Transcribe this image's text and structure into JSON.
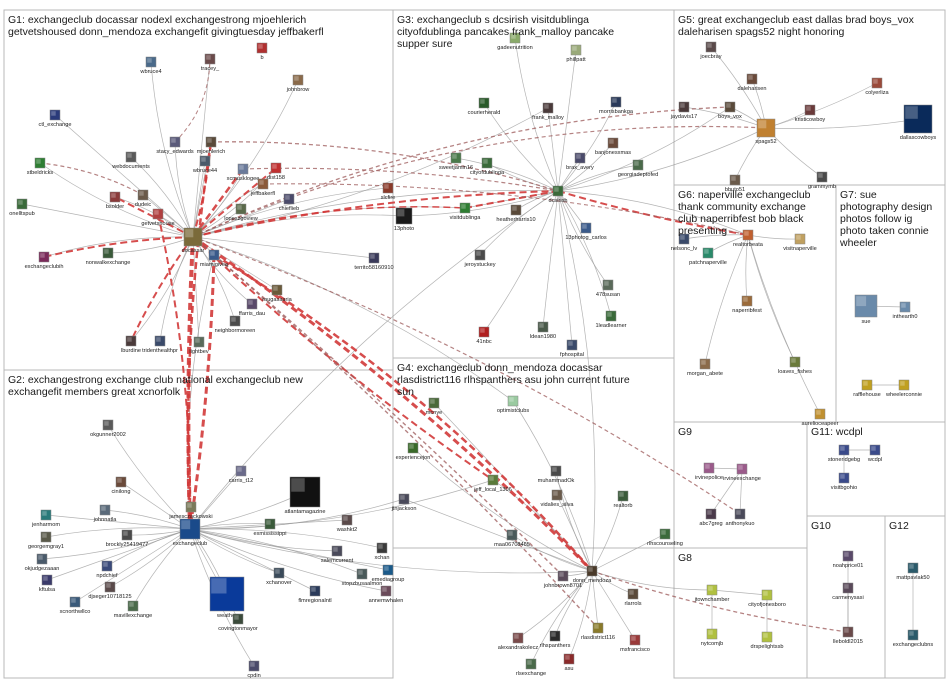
{
  "groups": [
    {
      "id": "G1",
      "label_lines": [
        "G1: exchangeclub docassar nodexl exchangestrong mjoehlerich",
        "getvetshoused donn_mendoza exchangefit givingtuesday jeffbakerfl"
      ]
    },
    {
      "id": "G2",
      "label_lines": [
        "G2: exchangestrong exchange club national exchangeclub new",
        "exchangefit members great xcnorfolk"
      ]
    },
    {
      "id": "G3",
      "label_lines": [
        "G3: exchangeclub s dcsirish visitdublinga",
        "cityofdublinga pancakes frank_malloy pancake",
        "supper sure"
      ]
    },
    {
      "id": "G4",
      "label_lines": [
        "G4: exchangeclub donn_mendoza docassar",
        "rlasdistrict116 rlhspanthers asu john current future",
        "sun"
      ]
    },
    {
      "id": "G5",
      "label_lines": [
        "G5: great exchangeclub east dallas brad boys_vox",
        "daleharisen spags52 night honoring"
      ]
    },
    {
      "id": "G6",
      "label_lines": [
        "G6: naperville exchangeclub",
        "thank community exchange",
        "club naperribfest bob black",
        "presenting"
      ]
    },
    {
      "id": "G7",
      "label_lines": [
        "G7: sue",
        "photography design",
        "photos follow ig",
        "photo taken connie",
        "wheeler"
      ]
    },
    {
      "id": "G8",
      "label_lines": [
        "G8"
      ]
    },
    {
      "id": "G9",
      "label_lines": [
        "G9"
      ]
    },
    {
      "id": "G10",
      "label_lines": [
        "G10"
      ]
    },
    {
      "id": "G11",
      "label_lines": [
        "G11: wcdpl"
      ]
    },
    {
      "id": "G12",
      "label_lines": [
        "G12"
      ]
    }
  ],
  "nodes": [
    {
      "id": "docassar",
      "label": "docassar",
      "color": "#7a6a3a"
    },
    {
      "id": "miamigivea",
      "label": "miamigivea",
      "color": "#3a5a8a"
    },
    {
      "id": "mjoehlerich",
      "label": "mjoehlerich",
      "color": "#5a4a3a"
    },
    {
      "id": "xcmusklogee",
      "label": "xcmusklogee",
      "color": "#6a7a9a"
    },
    {
      "id": "jeffbakerfl",
      "label": "jeffbakerfl",
      "color": "#8a5a3a"
    },
    {
      "id": "chieflieb",
      "label": "chieflieb",
      "color": "#4a4a6a"
    },
    {
      "id": "lopeszgoview",
      "label": "lopeszgoview",
      "color": "#5a6a4a"
    },
    {
      "id": "getvetshoused",
      "label": "getvetshouse",
      "color": "#b04040"
    },
    {
      "id": "dudeic",
      "label": "dudeic",
      "color": "#6a5a4a"
    },
    {
      "id": "bsolder",
      "label": "bsolder",
      "color": "#8a3a3a"
    },
    {
      "id": "stbeldricks",
      "label": "stbeldricks",
      "color": "#2e7d32"
    },
    {
      "id": "onelltspub",
      "label": "onelltspub",
      "color": "#3a6a3a"
    },
    {
      "id": "exchangeclubih",
      "label": "exchangeclubih",
      "color": "#7a2a5a"
    },
    {
      "id": "nonwalkexchange",
      "label": "nonwalkexchange",
      "color": "#3a5a3a"
    },
    {
      "id": "ctl_exchange",
      "label": "ctl_exchange",
      "color": "#2a3a7a"
    },
    {
      "id": "webdocuments",
      "label": "webdocuments",
      "color": "#5a5a5a"
    },
    {
      "id": "wbruce4",
      "label": "wbruce4",
      "color": "#4a6a8a"
    },
    {
      "id": "tracey",
      "label": "tracey_",
      "color": "#6a4a4a"
    },
    {
      "id": "b",
      "label": "b",
      "color": "#b03030"
    },
    {
      "id": "johnbrow",
      "label": "johnbrow",
      "color": "#8a6a4a"
    },
    {
      "id": "stacy_edwards",
      "label": "stacy_edwards",
      "color": "#5a5a7a"
    },
    {
      "id": "wbruce44",
      "label": "wbruce44",
      "color": "#4a5a6a"
    },
    {
      "id": "dist158",
      "label": "dist158",
      "color": "#c03030"
    },
    {
      "id": "slcfire",
      "label": "slcfire",
      "color": "#8a3a2a"
    },
    {
      "id": "rauganesaria",
      "label": "raugasaaria",
      "color": "#6a5a3a"
    },
    {
      "id": "ffarris_dau",
      "label": "ffarris_dau",
      "color": "#5a4a6a"
    },
    {
      "id": "neighborrmoreen",
      "label": "neighbormoreen",
      "color": "#4a4a4a"
    },
    {
      "id": "lightbev",
      "label": "lightbev",
      "color": "#5a6a5a"
    },
    {
      "id": "tridentheathpr",
      "label": "tridenthealthpr",
      "color": "#3a4a6a"
    },
    {
      "id": "lburdine",
      "label": "lburdine",
      "color": "#4a3a3a"
    },
    {
      "id": "territo58160910",
      "label": "territo58160910",
      "color": "#3a3a5a"
    },
    {
      "id": "exchangeclub",
      "label": "exchangeclub",
      "color": "#1a4a8a"
    },
    {
      "id": "jamesczackowski",
      "label": "jamesczackowski",
      "color": "#7a7a5a"
    },
    {
      "id": "carris_t12",
      "label": "carris_t12",
      "color": "#6a6a8a"
    },
    {
      "id": "atlantamagazine",
      "label": "atlantamagazine",
      "color": "#111111"
    },
    {
      "id": "exmissisippi",
      "label": "exmississippi",
      "color": "#3a5a3a"
    },
    {
      "id": "washkt2",
      "label": "washkt2",
      "color": "#5a4a4a"
    },
    {
      "id": "salemcurrent",
      "label": "salemcurrent",
      "color": "#4a4a5a"
    },
    {
      "id": "xchan",
      "label": "xchan",
      "color": "#3a3a3a"
    },
    {
      "id": "emediagroup",
      "label": "emediagroup",
      "color": "#1a5a8a"
    },
    {
      "id": "annemwhalen",
      "label": "annemwhalen",
      "color": "#6a4a5a"
    },
    {
      "id": "xtopzbusaalmon",
      "label": "xtopzbusaalmon",
      "color": "#4a5a5a"
    },
    {
      "id": "flmregionalntl",
      "label": "flmregionalntl",
      "color": "#2a3a5a"
    },
    {
      "id": "xchanover",
      "label": "xchanover",
      "color": "#3a4a5a"
    },
    {
      "id": "weather",
      "label": "weather",
      "color": "#0a3a9a"
    },
    {
      "id": "covingtonmayor",
      "label": "covingtonmayor",
      "color": "#3a4a3a"
    },
    {
      "id": "cpdin",
      "label": "cpdin",
      "color": "#4a4a6a"
    },
    {
      "id": "okgunner2002",
      "label": "okgunner2002",
      "color": "#5a5a5a"
    },
    {
      "id": "cinilong",
      "label": "cinilong",
      "color": "#6a4a3a"
    },
    {
      "id": "johnnatla",
      "label": "johnnatla",
      "color": "#5a6a7a"
    },
    {
      "id": "brockly",
      "label": "brockly25419477",
      "color": "#4a4a4a"
    },
    {
      "id": "jenharmom",
      "label": "jenharmom",
      "color": "#2a7a7a"
    },
    {
      "id": "georgemgray1",
      "label": "georgemgray1",
      "color": "#5a5a4a"
    },
    {
      "id": "okjudgezaaan",
      "label": "okjudgezaaan",
      "color": "#4a5a6a"
    },
    {
      "id": "kftulsa",
      "label": "kftulsa",
      "color": "#3a3a6a"
    },
    {
      "id": "npdchief",
      "label": "npdchief",
      "color": "#3a4a7a"
    },
    {
      "id": "djseger",
      "label": "djseger10718125",
      "color": "#5a4a4a"
    },
    {
      "id": "xcnorthwllco",
      "label": "xcnorthwllco",
      "color": "#3a5a7a"
    },
    {
      "id": "mavillexchange",
      "label": "mavillexchange",
      "color": "#4a6a4a"
    },
    {
      "id": "dcsirish",
      "label": "dcsirish",
      "color": "#3a6a3a"
    },
    {
      "id": "courierherald",
      "label": "courierherald",
      "color": "#2a5a2a"
    },
    {
      "id": "frank_malloy",
      "label": "frank_malloy",
      "color": "#4a3a3a"
    },
    {
      "id": "morrisbankga",
      "label": "morrisbankga",
      "color": "#2a3a5a"
    },
    {
      "id": "gadeenutrition",
      "label": "gadeenutrition",
      "color": "#8aaa6a"
    },
    {
      "id": "phillpatt",
      "label": "phillpatt",
      "color": "#9aaa7a"
    },
    {
      "id": "sweetjamin",
      "label": "sweetjamin16",
      "color": "#4a7a4a"
    },
    {
      "id": "cityofdublinga",
      "label": "cityofdublinga",
      "color": "#3a6a3a"
    },
    {
      "id": "brax_avery",
      "label": "brax_avery",
      "color": "#4a4a6a"
    },
    {
      "id": "banjonesxmas",
      "label": "banjonesxmas",
      "color": "#6a4a3a"
    },
    {
      "id": "georgiadeptofed",
      "label": "georgiadeptofed",
      "color": "#4a6a4a"
    },
    {
      "id": "visitdublinga",
      "label": "visitdublinga",
      "color": "#2e7d32"
    },
    {
      "id": "heatherharris10",
      "label": "heatherharris10",
      "color": "#5a4a3a"
    },
    {
      "id": "t3photo",
      "label": "13photo",
      "color": "#1a1a1a"
    },
    {
      "id": "13photog_carlos",
      "label": "13photog_carlos",
      "color": "#3a5a8a"
    },
    {
      "id": "jeroystuckey",
      "label": "jeroystuckey",
      "color": "#4a4a4a"
    },
    {
      "id": "41nbc",
      "label": "41nbc",
      "color": "#b02020"
    },
    {
      "id": "ldean1980",
      "label": "ldean1980",
      "color": "#4a5a4a"
    },
    {
      "id": "478susan",
      "label": "478susan",
      "color": "#5a6a5a"
    },
    {
      "id": "1leadlearner",
      "label": "1leadlearner",
      "color": "#3a6a3a"
    },
    {
      "id": "fphospital",
      "label": "fphospital",
      "color": "#3a4a6a"
    },
    {
      "id": "donn_mendoza",
      "label": "donn_mendoza",
      "color": "#4a3a2a"
    },
    {
      "id": "johnbrown8701",
      "label": "johnbrown8701",
      "color": "#5a4a5a"
    },
    {
      "id": "rlasdistrict116",
      "label": "rlasdistrict116",
      "color": "#8a7a2a"
    },
    {
      "id": "rlhspanthers",
      "label": "rlhspanthers",
      "color": "#2a2a2a"
    },
    {
      "id": "asu",
      "label": "asu",
      "color": "#8a2a2a"
    },
    {
      "id": "mcnye",
      "label": "mcnye",
      "color": "#4a6a3a"
    },
    {
      "id": "optimistclubs",
      "label": "optimistclubs",
      "color": "#9acaa0"
    },
    {
      "id": "experiencejon",
      "label": "experiencejon",
      "color": "#3a6a2a"
    },
    {
      "id": "jtnjackson",
      "label": "jtnjackson",
      "color": "#4a4a5a"
    },
    {
      "id": "jeff_local_1306",
      "label": "jeff_local_1306",
      "color": "#5a7a3a"
    },
    {
      "id": "muhammadOk",
      "label": "muhammadOk",
      "color": "#4a4a4a"
    },
    {
      "id": "vidalies_silva",
      "label": "vidalies_silva",
      "color": "#6a5a4a"
    },
    {
      "id": "realtorb",
      "label": "realtorb",
      "color": "#3a5a3a"
    },
    {
      "id": "maa06708465",
      "label": "maa06708465",
      "color": "#4a5a5a"
    },
    {
      "id": "rlhscounseling",
      "label": "rlhscounseling",
      "color": "#3a6a3a"
    },
    {
      "id": "rlarrols",
      "label": "rlarrols",
      "color": "#5a4a3a"
    },
    {
      "id": "alexandrakolecz",
      "label": "alexandrakolecz",
      "color": "#7a4a4a"
    },
    {
      "id": "msfrancisco",
      "label": "msfrancisco",
      "color": "#9a3a3a"
    },
    {
      "id": "rlsexchange",
      "label": "rlsexchange",
      "color": "#4a6a4a"
    },
    {
      "id": "boys_vox",
      "label": "boys_vox",
      "color": "#5a4a3a"
    },
    {
      "id": "daleharisen",
      "label": "daleharisen",
      "color": "#6a4a3a"
    },
    {
      "id": "spags52",
      "label": "spags52",
      "color": "#c08030"
    },
    {
      "id": "kristicowboy",
      "label": "kristicowboy",
      "color": "#6a3a3a"
    },
    {
      "id": "dallascowboys",
      "label": "dallascowboys",
      "color": "#0a2a5a"
    },
    {
      "id": "joecbray",
      "label": "joecbray",
      "color": "#5a4a4a"
    },
    {
      "id": "jaydavis17",
      "label": "jaydavis17",
      "color": "#4a3a3a"
    },
    {
      "id": "colyerliza",
      "label": "colyerliza",
      "color": "#9a4a3a"
    },
    {
      "id": "grammymb",
      "label": "grammymb",
      "color": "#4a4a4a"
    },
    {
      "id": "bbuto51",
      "label": "bbuto51",
      "color": "#6a5a4a"
    },
    {
      "id": "realtorbeata",
      "label": "realtorbeata",
      "color": "#c06030"
    },
    {
      "id": "patchnaperville",
      "label": "patchnaperville",
      "color": "#2a8a6a"
    },
    {
      "id": "nelsonc_lv",
      "label": "nelsonc_lv",
      "color": "#3a4a6a"
    },
    {
      "id": "visitnaperville",
      "label": "visitnaperville",
      "color": "#c0a060"
    },
    {
      "id": "naperribfest",
      "label": "naperribfest",
      "color": "#9a6a3a"
    },
    {
      "id": "morgan_abete",
      "label": "morgan_abete",
      "color": "#8a6a4a"
    },
    {
      "id": "loaves_fishes",
      "label": "loaves_fishes",
      "color": "#6a7a3a"
    },
    {
      "id": "aurelioceapeer",
      "label": "aurelioceapeer",
      "color": "#c09030"
    },
    {
      "id": "suewheeler",
      "label": "sue",
      "color": "#6a8aaa"
    },
    {
      "id": "inthearth0",
      "label": "inthearth0",
      "color": "#6a8aaa"
    },
    {
      "id": "rafflehouse",
      "label": "rafflehouse",
      "color": "#c0a020"
    },
    {
      "id": "wheelerconnie",
      "label": "wheelerconnie",
      "color": "#c0a020"
    },
    {
      "id": "jtownchamber",
      "label": "jtownchamber",
      "color": "#b0c040"
    },
    {
      "id": "jonesboro",
      "label": "cityofjonesboro",
      "color": "#b0c040"
    },
    {
      "id": "nytcomjb",
      "label": "nytcomjb",
      "color": "#b0c040"
    },
    {
      "id": "drspelightssb",
      "label": "drspelightssb",
      "color": "#b0c040"
    },
    {
      "id": "irvinepolice",
      "label": "irvinepolice",
      "color": "#9a5a8a"
    },
    {
      "id": "irvineexchange",
      "label": "irvineexchange",
      "color": "#9a5a8a"
    },
    {
      "id": "abc7greg",
      "label": "abc7greg",
      "color": "#4a3a4a"
    },
    {
      "id": "anthonykuo",
      "label": "anthonykuo",
      "color": "#4a4a5a"
    },
    {
      "id": "noahprice01",
      "label": "noahprice01",
      "color": "#5a4a6a"
    },
    {
      "id": "carmenysasi",
      "label": "carmenysasi",
      "color": "#5a4a5a"
    },
    {
      "id": "lleboldl2015",
      "label": "lleboldl2015",
      "color": "#6a4a4a"
    },
    {
      "id": "stoneridgebg",
      "label": "stoneridgebg",
      "color": "#3a4a8a"
    },
    {
      "id": "wcdpl",
      "label": "wcdpl",
      "color": "#3a4a8a"
    },
    {
      "id": "visitbgohio",
      "label": "visitbgohio",
      "color": "#3a4a8a"
    },
    {
      "id": "mattpavlak50",
      "label": "mattpavlak50",
      "color": "#2a5a6a"
    },
    {
      "id": "exchangeclubns",
      "label": "exchangeclubns",
      "color": "#2a5a6a"
    }
  ]
}
